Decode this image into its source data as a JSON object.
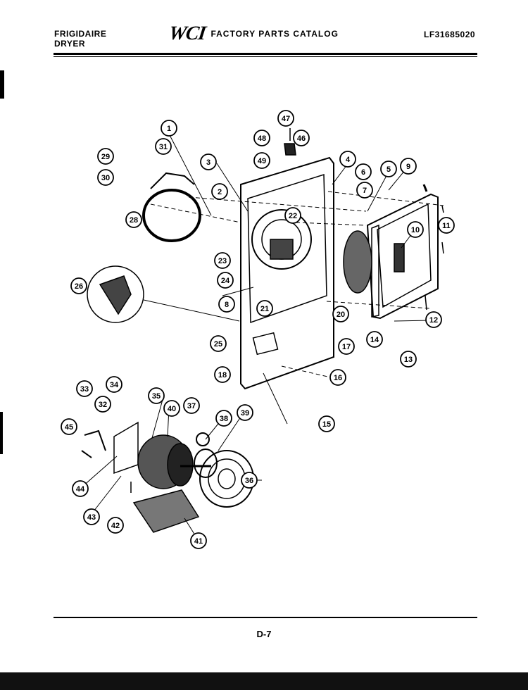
{
  "header": {
    "brand_line1": "FRIGIDAIRE",
    "brand_line2": "DRYER",
    "logo": "WCI",
    "catalog_title": "FACTORY PARTS CATALOG",
    "model_number": "LF31685020"
  },
  "footer": {
    "page_number": "D-7"
  },
  "diagram": {
    "callouts": [
      "1",
      "2",
      "3",
      "4",
      "6",
      "5",
      "7",
      "8",
      "9",
      "10",
      "11",
      "12",
      "13",
      "14",
      "15",
      "16",
      "17",
      "18",
      "20",
      "21",
      "22",
      "23",
      "24",
      "25",
      "26",
      "28",
      "29",
      "30",
      "31",
      "32",
      "33",
      "34",
      "35",
      "36",
      "37",
      "38",
      "39",
      "40",
      "41",
      "42",
      "43",
      "44",
      "45",
      "46",
      "47",
      "48",
      "49"
    ]
  }
}
